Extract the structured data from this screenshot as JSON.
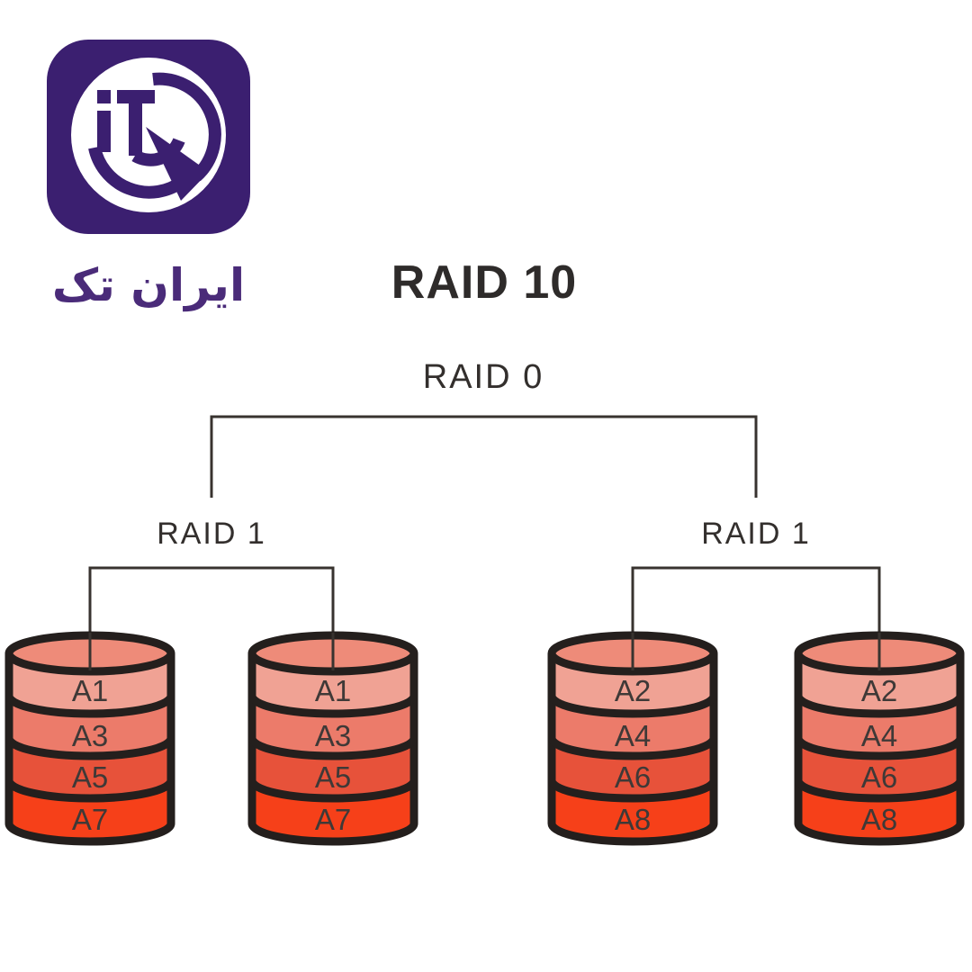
{
  "logo": {
    "monogram": "iT",
    "brand_text": "ایران تک",
    "box_color": "#3b1f70",
    "brand_color": "#4a2b79"
  },
  "title": "RAID 10",
  "diagram": {
    "top_level_label": "RAID 0",
    "line_color": "#38332f",
    "groups": [
      {
        "label": "RAID 1",
        "disks": [
          {
            "segments": [
              "A1",
              "A3",
              "A5",
              "A7"
            ]
          },
          {
            "segments": [
              "A1",
              "A3",
              "A5",
              "A7"
            ]
          }
        ]
      },
      {
        "label": "RAID 1",
        "disks": [
          {
            "segments": [
              "A2",
              "A4",
              "A6",
              "A8"
            ]
          },
          {
            "segments": [
              "A2",
              "A4",
              "A6",
              "A8"
            ]
          }
        ]
      }
    ]
  },
  "disk_style": {
    "top_color": "#ee8b79",
    "segment_colors": [
      "#f0a294",
      "#ec7b6a",
      "#e7523a",
      "#f64019"
    ],
    "outline_color": "#241f1d",
    "label_color": "#3f3937"
  }
}
